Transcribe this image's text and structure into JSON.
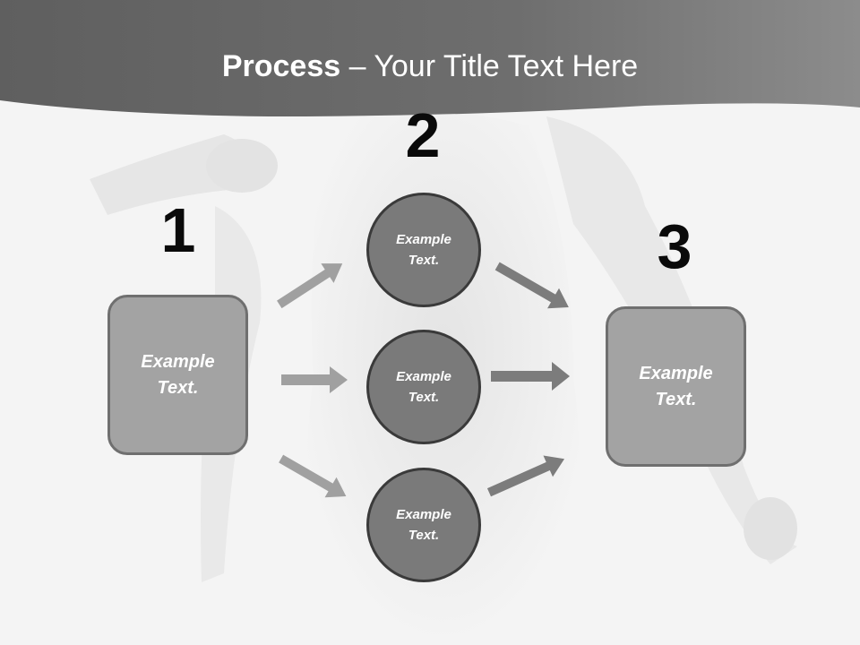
{
  "title": {
    "bold": "Process",
    "rest": " – Your Title Text Here"
  },
  "steps": {
    "one": "1",
    "two": "2",
    "three": "3"
  },
  "nodes": {
    "left_box": {
      "line1": "Example",
      "line2": "Text."
    },
    "circle_top": {
      "line1": "Example",
      "line2": "Text."
    },
    "circle_middle": {
      "line1": "Example",
      "line2": "Text."
    },
    "circle_bottom": {
      "line1": "Example",
      "line2": "Text."
    },
    "right_box": {
      "line1": "Example",
      "line2": "Text."
    }
  },
  "colors": {
    "header": "#6a6a6a",
    "box_fill": "#a3a3a3",
    "circle_fill": "#7a7a7a",
    "arrow_light": "#a0a0a0",
    "arrow_dark": "#7c7c7c"
  }
}
